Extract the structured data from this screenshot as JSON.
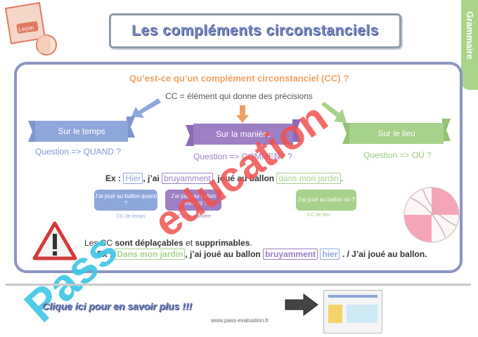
{
  "header": {
    "title": "Les compléments circonstanciels",
    "lesson_badge": "Leçon",
    "side_tab": "Grammaire"
  },
  "intro": {
    "question": "Qu’est-ce qu’un complément circonstanciel (CC) ?",
    "definition": "CC = élément qui donne des précisions"
  },
  "categories": [
    {
      "label": "Sur le temps",
      "question": "Question => QUAND ?"
    },
    {
      "label": "Sur la manière",
      "question": "Question => COMMENT ?"
    },
    {
      "label": "Sur le lieu",
      "question": "Question => OÙ ?"
    }
  ],
  "example": {
    "prefix": "Ex :",
    "cc_time": "Hier",
    "part1": ", j’ai",
    "cc_manner": "bruyamment",
    "part2": ", joué au ballon",
    "cc_place": "dans mon jardin",
    "end": "."
  },
  "bubbles": [
    {
      "text": "J’ai joué au ballon quand ?",
      "label": "CC de temps"
    },
    {
      "text": "J’ai joué au ballon comment ?",
      "label": "CC de manière"
    },
    {
      "text": "J’ai joué au ballon où ?",
      "label": "CC de lieu"
    }
  ],
  "movable": {
    "line1_a": "Les CC",
    "line1_b": "sont déplaçables",
    "line1_c": "et",
    "line1_d": "supprimables",
    "line1_e": ".",
    "ex_prefix": "Ex :",
    "cc_place": "Dans mon jardin",
    "part1": ", j’ai joué au ballon",
    "cc_manner": "bruyamment",
    "cc_time": "hier",
    "part2": ". / J’ai joué au ballon."
  },
  "footer": {
    "cta": "Clique ici pour en savoir plus !!!",
    "website": "www.pass-evaluation.fr"
  },
  "watermark": {
    "text1": "Pass",
    "text2": "education"
  },
  "colors": {
    "blue": "#8ea7da",
    "purple": "#9d7fc4",
    "green": "#a6d28b",
    "orange": "#f0a060",
    "watermark_cyan": "#3fc7e6",
    "watermark_red": "#f0524f"
  }
}
